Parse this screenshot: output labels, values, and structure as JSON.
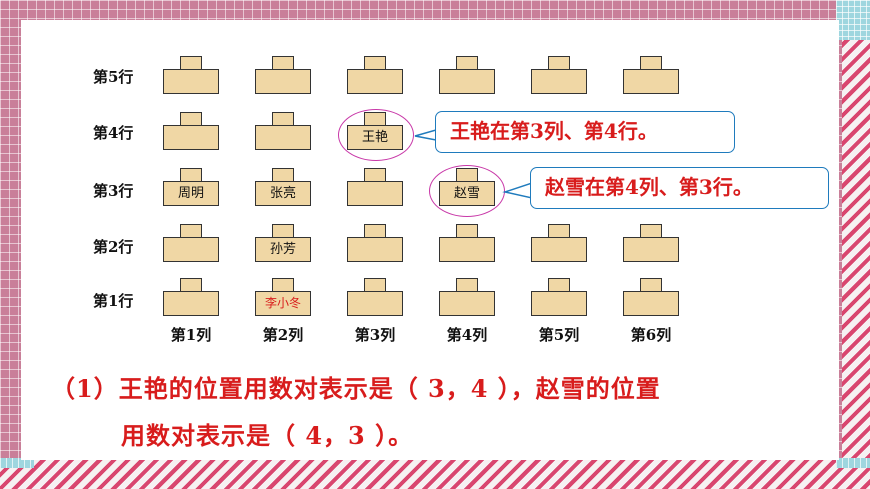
{
  "row_labels": [
    "第5行",
    "第4行",
    "第3行",
    "第2行",
    "第1行"
  ],
  "col_labels": [
    "第1列",
    "第2列",
    "第3列",
    "第4列",
    "第5列",
    "第6列"
  ],
  "students": {
    "wangyan": "王艳",
    "zhouming": "周明",
    "zhangliang": "张亮",
    "zhaoxue": "赵雪",
    "sunfang": "孙芳",
    "lixiaodong": "李小冬"
  },
  "callouts": {
    "wangyan": "王艳在第3列、第4行。",
    "zhaoxue": "赵雪在第4列、第3行。"
  },
  "answer": {
    "line1": "（1）王艳的位置用数对表示是（ 3，4 ），赵雪的位置",
    "line2": "用数对表示是（ 4，3 ）。"
  },
  "colors": {
    "desk": "#f0d7a5",
    "answer_text": "#d81c1c",
    "callout_border": "#1f7bbd",
    "highlight_ellipse": "#c838a8",
    "background_pink": "#c97f99"
  }
}
